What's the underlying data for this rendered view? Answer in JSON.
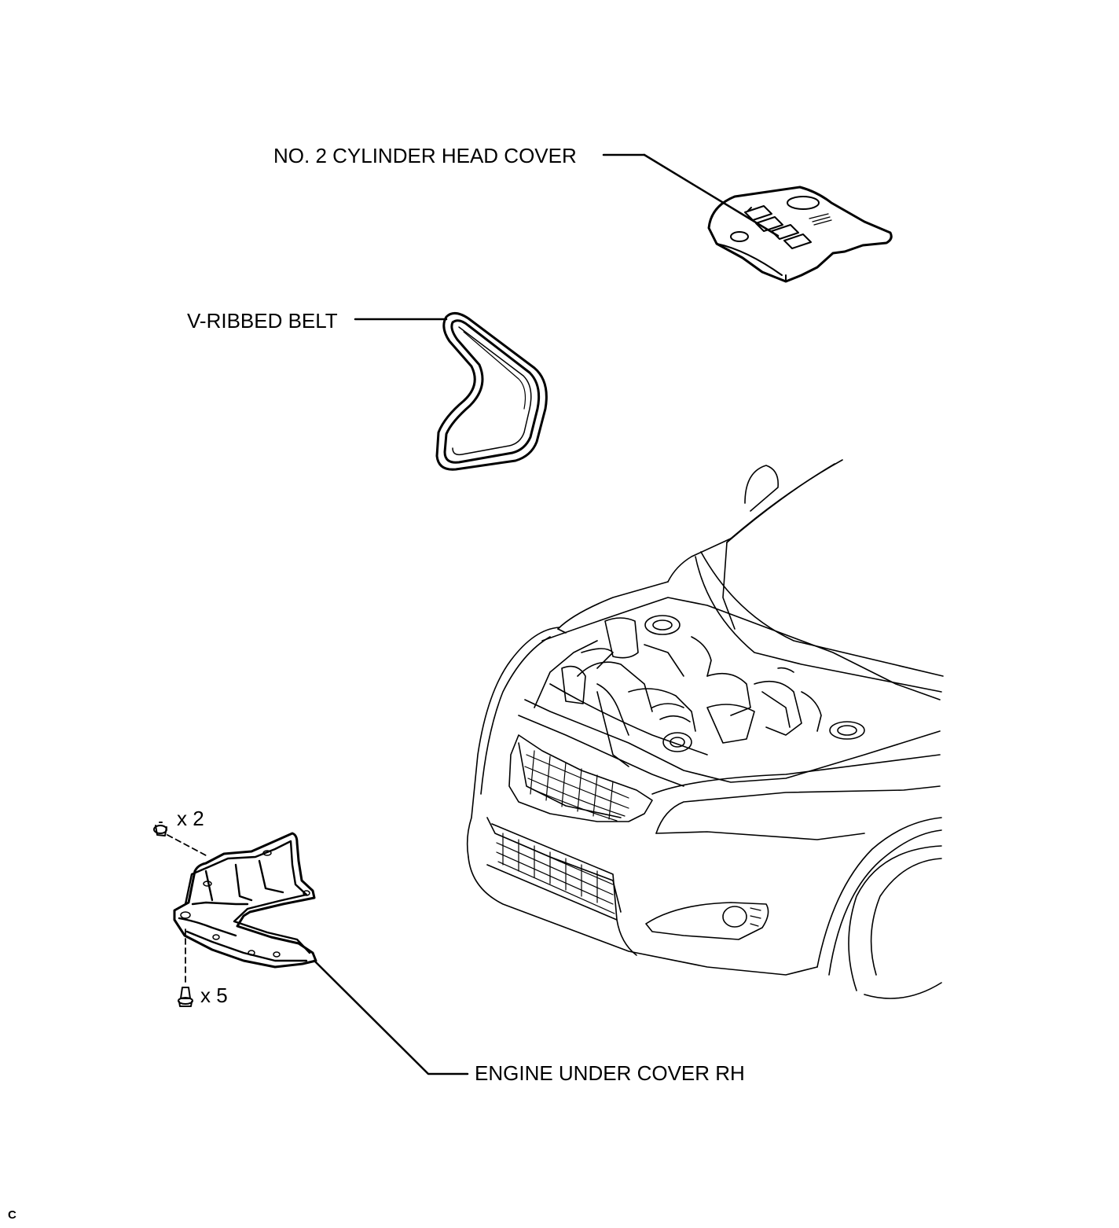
{
  "callouts": {
    "cylinder_head_cover": "NO. 2 CYLINDER HEAD COVER",
    "v_ribbed_belt": "V-RIBBED BELT",
    "engine_under_cover": "ENGINE UNDER COVER RH",
    "clip_qty": "x 2",
    "bolt_qty": "x 5"
  },
  "corner_mark": "C",
  "colors": {
    "ink": "#000000",
    "paper": "#ffffff"
  }
}
